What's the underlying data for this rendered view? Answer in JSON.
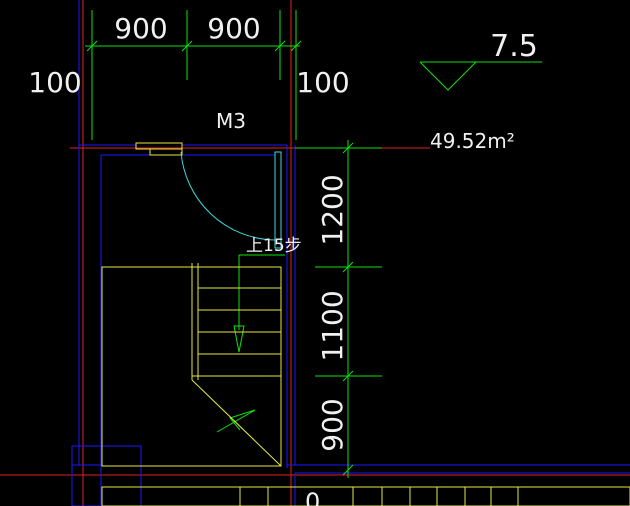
{
  "colors": {
    "background": "#000000",
    "wall_blue": "#1a1aff",
    "axis_red": "#e02020",
    "dim_green": "#10e010",
    "stair_yellow": "#e8e840",
    "text_white": "#ffffff",
    "door_cyan": "#40d8e0",
    "dim_text_white": "#f0f0f0"
  },
  "dimensions": {
    "top_left_900": "900",
    "top_right_900": "900",
    "left_100": "100",
    "right_100": "100",
    "vertical_1200": "1200",
    "vertical_1100": "1100",
    "vertical_900": "900"
  },
  "labels": {
    "door_tag": "M3",
    "area": "49.52m²",
    "stair_note": "上15步",
    "elevation": "7.5",
    "bottom_partial": "0"
  }
}
